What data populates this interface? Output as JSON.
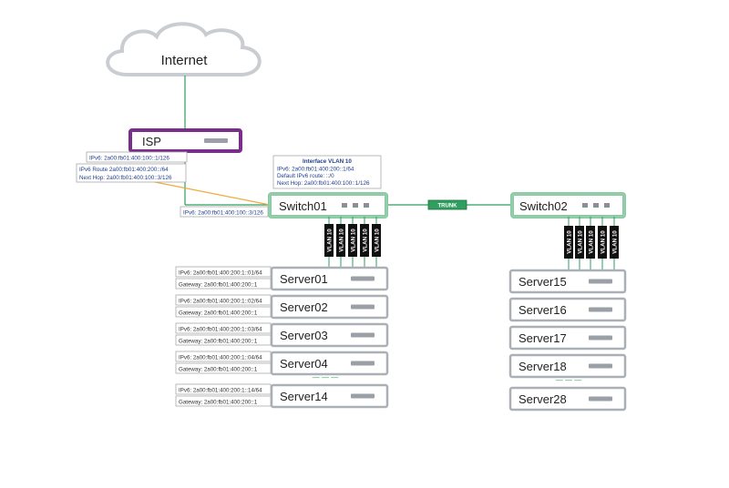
{
  "internet": {
    "label": "Internet"
  },
  "isp": {
    "label": "ISP",
    "ipv6": "IPv6: 2a00:fb01:400:100::1/126",
    "route": "IPv6 Route 2a00:fb01:400:200::/64",
    "next_hop": "Next Hop: 2a00:fb01:400:100::3/126"
  },
  "switch01": {
    "label": "Switch01",
    "interface_title": "Interface VLAN 10",
    "interface_ipv6": "IPv6: 2a00:fb01:400:200::1/64",
    "default_route": "Default IPv6 route: ::/0",
    "next_hop": "Next Hop: 2a00:fb01:400:100::1/126",
    "uplink_ipv6": "IPv6: 2a00:fb01:400:100::3/126"
  },
  "switch02": {
    "label": "Switch02"
  },
  "trunk": {
    "label": "TRUNK"
  },
  "vlan_label": "VLAN 10",
  "ellipsis": "— — —",
  "colors": {
    "green": "#2f9e5f",
    "isp_purple": "#7b2d8b",
    "link_orange": "#f2a93b",
    "blue_text": "#1f3f8f",
    "box_gray": "#8a8f96"
  },
  "servers_left": [
    {
      "label": "Server01",
      "ipv6": "IPv6: 2a00:fb01:400:200:1::01/64",
      "gateway": "Gateway: 2a00:fb01:400:200::1"
    },
    {
      "label": "Server02",
      "ipv6": "IPv6: 2a00:fb01:400:200:1::02/64",
      "gateway": "Gateway: 2a00:fb01:400:200::1"
    },
    {
      "label": "Server03",
      "ipv6": "IPv6: 2a00:fb01:400:200:1::03/64",
      "gateway": "Gateway: 2a00:fb01:400:200::1"
    },
    {
      "label": "Server04",
      "ipv6": "IPv6: 2a00:fb01:400:200:1::04/64",
      "gateway": "Gateway: 2a00:fb01:400:200::1"
    },
    {
      "label": "Server14",
      "ipv6": "IPv6: 2a00:fb01:400:200:1::14/64",
      "gateway": "Gateway: 2a00:fb01:400:200::1"
    }
  ],
  "servers_right": [
    {
      "label": "Server15"
    },
    {
      "label": "Server16"
    },
    {
      "label": "Server17"
    },
    {
      "label": "Server18"
    },
    {
      "label": "Server28"
    }
  ]
}
